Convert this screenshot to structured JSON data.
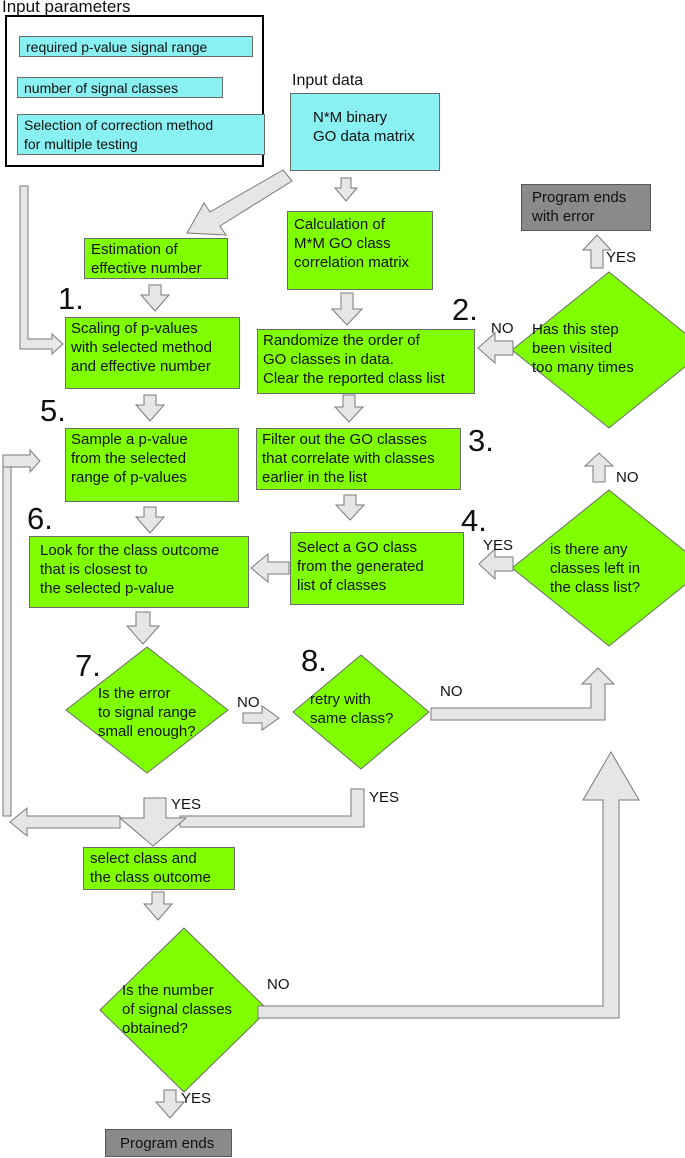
{
  "input_params": {
    "title": "Input parameters",
    "items": [
      "required p-value signal range",
      "number of signal classes",
      "Selection of correction method",
      "for multiple testing"
    ]
  },
  "input_data": {
    "title": "Input data",
    "lines": [
      "N*M binary",
      "GO data matrix"
    ]
  },
  "nodes": {
    "estimation": [
      "Estimation of",
      "effective number"
    ],
    "calculation": [
      "Calculation of",
      "M*M GO class",
      "correlation matrix"
    ],
    "scaling": [
      "Scaling of p-values",
      "with selected method",
      "and effective number"
    ],
    "randomize": [
      "Randomize the order of",
      "GO classes in data.",
      "Clear the reported class list"
    ],
    "sample": [
      "Sample a p-value",
      "from the selected",
      "range of p-values"
    ],
    "filter": [
      "Filter out the GO classes",
      "that correlate with classes",
      "earlier in the list"
    ],
    "lookfor": [
      "Look for the class outcome",
      " that is closest to",
      "the selected p-value"
    ],
    "select_go": [
      "Select a GO class",
      "from the generated",
      "list of classes"
    ],
    "select_class": [
      "select class and",
      "the class outcome"
    ],
    "error_end": [
      "Program ends",
      "with error"
    ],
    "program_ends": "Program ends"
  },
  "decisions": {
    "visited": [
      "Has this step",
      "been visited",
      "too many times"
    ],
    "classes_left": [
      "is there any",
      "classes left in",
      "the class list?"
    ],
    "error": [
      "Is the error",
      "to signal range",
      "small enough?"
    ],
    "retry": [
      "retry with",
      "same class?"
    ],
    "number": [
      "Is the number",
      "of signal classes",
      "obtained?"
    ]
  },
  "step_numbers": {
    "s1": "1.",
    "s2": "2.",
    "s3": "3.",
    "s4": "4.",
    "s5": "5.",
    "s6": "6.",
    "s7": "7.",
    "s8": "8."
  },
  "edge_labels": {
    "yes_top": "YES",
    "no_visited": "NO",
    "no_left": "NO",
    "yes_left": "YES",
    "no_error": "NO",
    "no_retry": "NO",
    "yes_retry": "YES",
    "yes_error": "YES",
    "no_number": "NO",
    "yes_number": "YES"
  },
  "colors": {
    "process": "#80ff00",
    "input": "#8af1f3",
    "terminal": "#8a8a8a",
    "arrow_fill": "#e6e6e6",
    "arrow_stroke": "#7a7a7a"
  }
}
